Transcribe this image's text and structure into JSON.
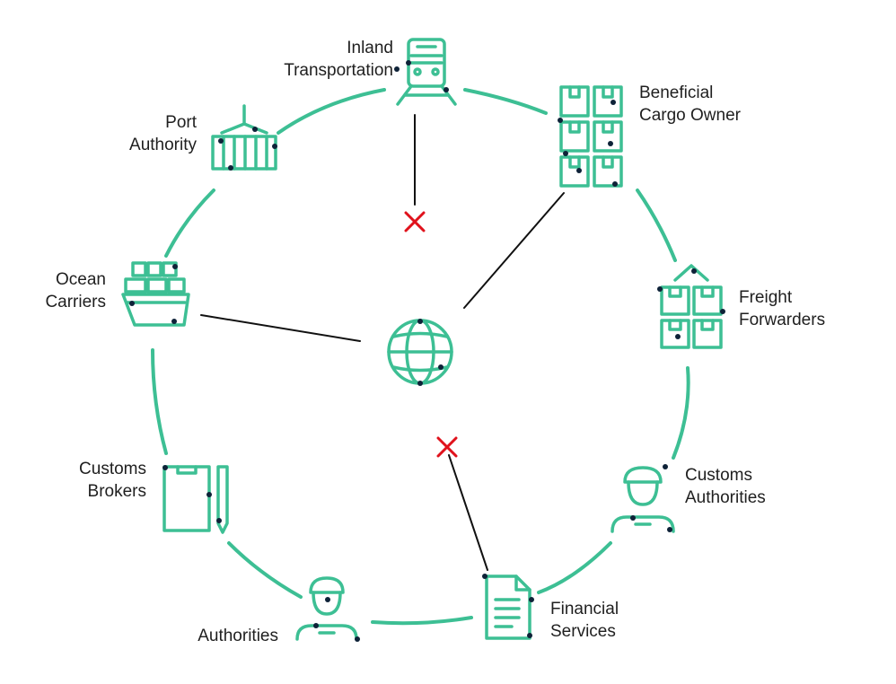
{
  "colors": {
    "ring": "#3dbf94",
    "connector": "#111111",
    "blocked": "#e0121c",
    "dot": "#0e2238",
    "text": "#1f1f1f"
  },
  "nodes": [
    {
      "id": "inland-transportation",
      "icon": "train-icon",
      "label": [
        "Inland",
        "Transportation"
      ]
    },
    {
      "id": "beneficial-cargo-owner",
      "icon": "boxes-grid-icon",
      "label": [
        "Beneficial",
        "Cargo Owner"
      ]
    },
    {
      "id": "freight-forwarders",
      "icon": "forwarder-boxes-icon",
      "label": [
        "Freight",
        "Forwarders"
      ]
    },
    {
      "id": "customs-authorities",
      "icon": "officer-icon",
      "label": [
        "Customs",
        "Authorities"
      ]
    },
    {
      "id": "financial-services",
      "icon": "document-icon",
      "label": [
        "Financial",
        "Services"
      ]
    },
    {
      "id": "authorities",
      "icon": "officer-icon",
      "label": [
        "Authorities"
      ]
    },
    {
      "id": "customs-brokers",
      "icon": "clipboard-pencil-icon",
      "label": [
        "Customs",
        "Brokers"
      ]
    },
    {
      "id": "ocean-carriers",
      "icon": "container-ship-icon",
      "label": [
        "Ocean",
        "Carriers"
      ]
    },
    {
      "id": "port-authority",
      "icon": "port-crane-container-icon",
      "label": [
        "Port",
        "Authority"
      ]
    }
  ],
  "hub": {
    "icon": "globe-icon"
  },
  "connections": [
    {
      "node": "beneficial-cargo-owner",
      "status": "connected"
    },
    {
      "node": "ocean-carriers",
      "status": "connected"
    },
    {
      "node": "inland-transportation",
      "status": "blocked"
    },
    {
      "node": "financial-services",
      "status": "blocked"
    }
  ]
}
